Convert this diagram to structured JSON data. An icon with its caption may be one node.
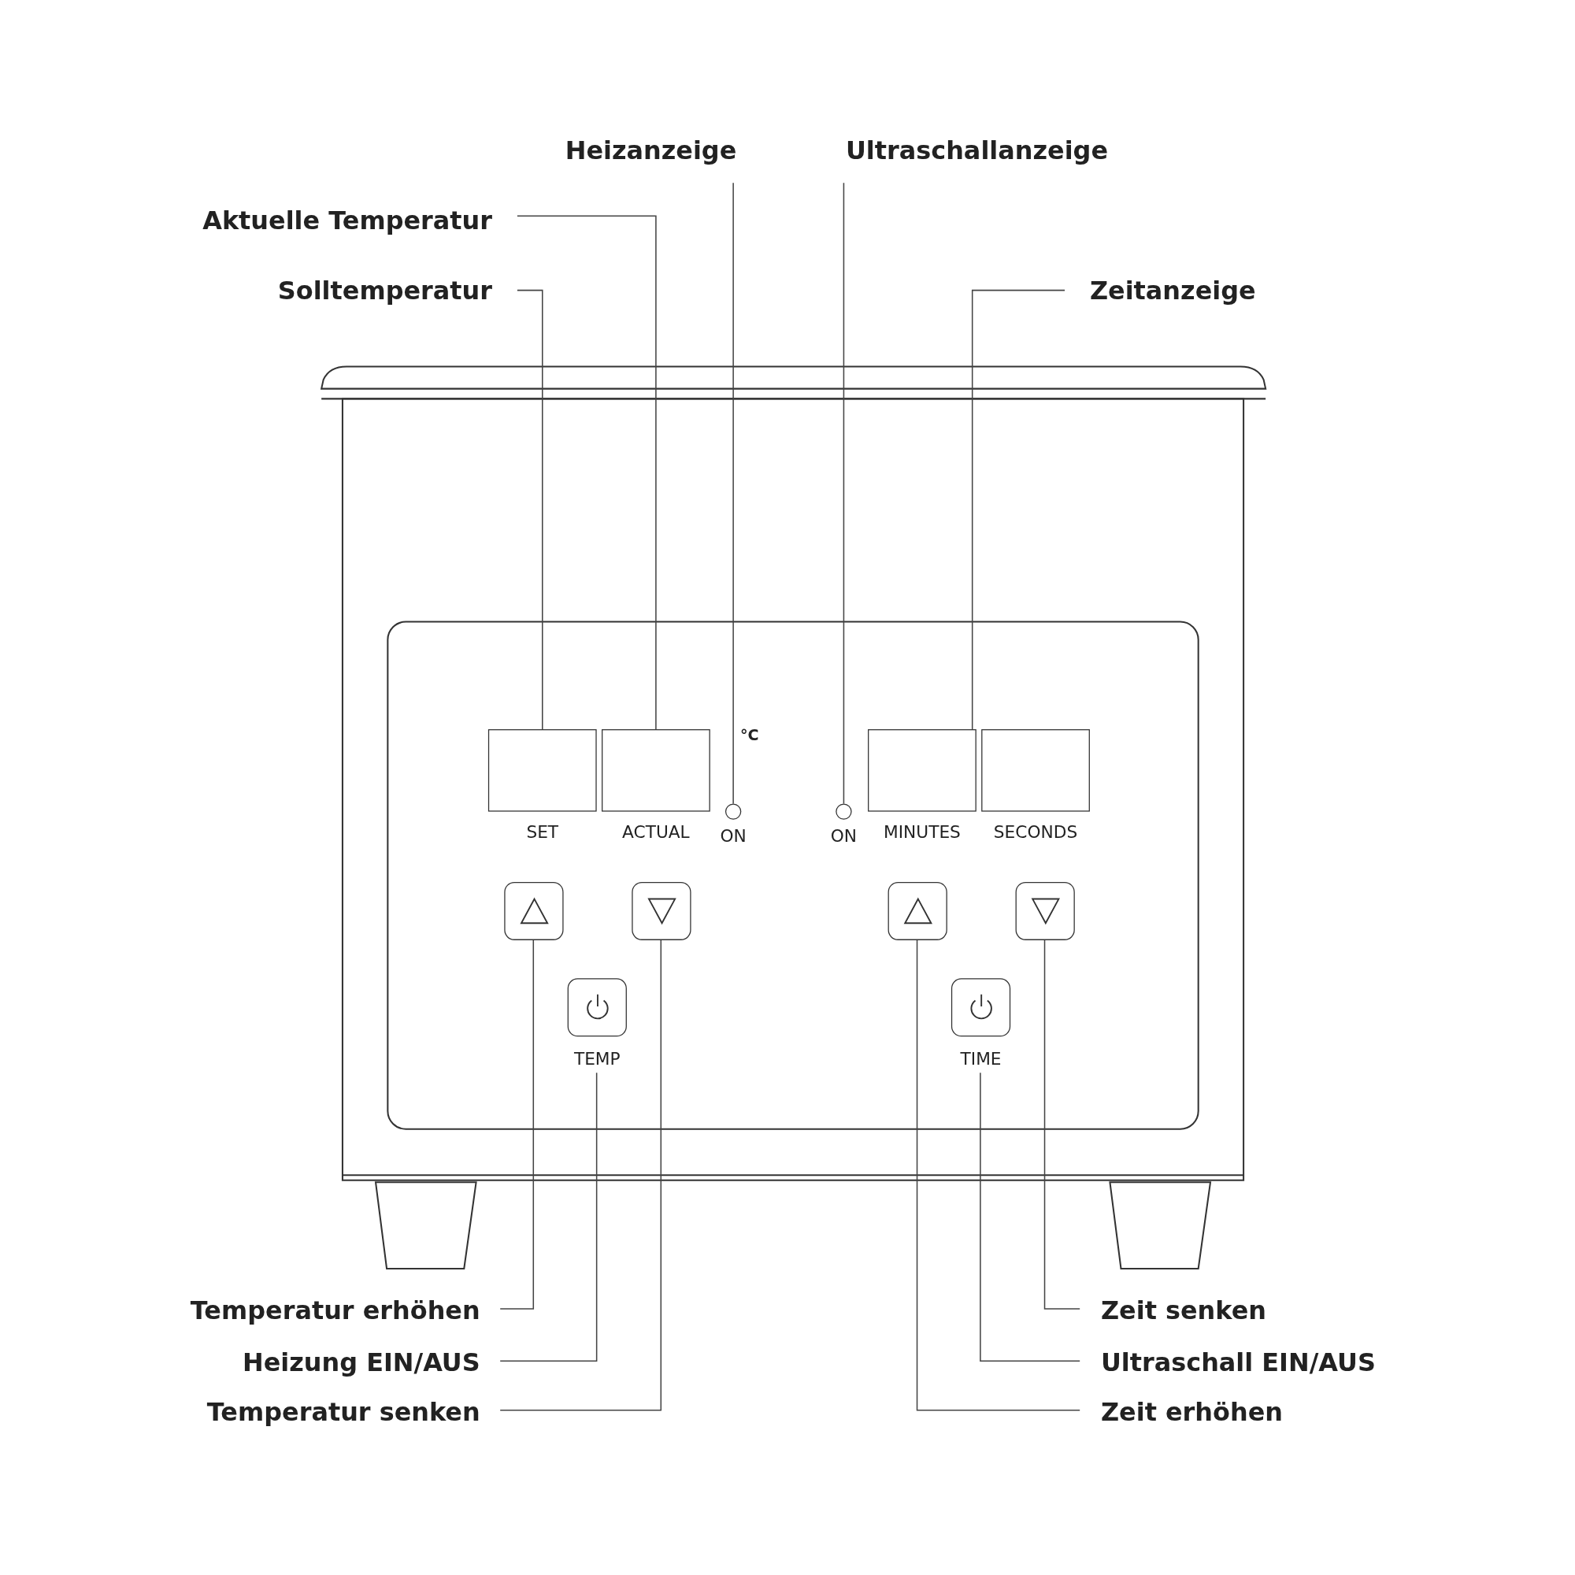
{
  "diagram": {
    "nodes": [
      {
        "text": [
          "Heizanzeige"
        ]
      },
      {
        "text": [
          "Ultraschallanzeige"
        ]
      },
      {
        "text": [
          "Aktuelle Temperatur"
        ]
      },
      {
        "text": [
          "Solltemperatur"
        ]
      },
      {
        "text": [
          "Zeitanzeige"
        ]
      },
      {
        "text": [],
        "shape": "box",
        "beside": [
          "SET"
        ]
      },
      {
        "text": [],
        "shape": "box",
        "beside": [
          "ACTUAL"
        ]
      },
      {
        "text": [],
        "shape": "circle",
        "beside": [
          "ON"
        ]
      },
      {
        "text": [],
        "shape": "circle",
        "beside": [
          "ON"
        ]
      },
      {
        "text": [],
        "shape": "box",
        "beside": [
          "MINUTES"
        ]
      },
      {
        "text": [],
        "shape": "box",
        "beside": [
          "SECONDS"
        ]
      },
      {
        "text": [],
        "shape": "box"
      },
      {
        "text": [],
        "shape": "box"
      },
      {
        "text": [],
        "shape": "box"
      },
      {
        "text": [],
        "shape": "box"
      },
      {
        "text": [],
        "shape": "box",
        "beside": [
          "TEMP"
        ]
      },
      {
        "text": [],
        "shape": "box",
        "beside": [
          "TIME"
        ]
      },
      {
        "text": [
          "Temperatur erhöhen"
        ]
      },
      {
        "text": [
          "Heizung EIN/AUS"
        ]
      },
      {
        "text": [
          "Temperatur senken"
        ]
      },
      {
        "text": [
          "Zeit senken"
        ]
      },
      {
        "text": [
          "Ultraschall EIN/AUS"
        ]
      },
      {
        "text": [
          "Zeit erhöhen"
        ]
      }
    ],
    "edges": [
      {
        "from": 0,
        "to": 7,
        "arrow": "none"
      },
      {
        "from": 1,
        "to": 8,
        "arrow": "none"
      },
      {
        "from": 2,
        "to": 6,
        "arrow": "none"
      },
      {
        "from": 3,
        "to": 5,
        "arrow": "none"
      },
      {
        "from": 4,
        "to": 9,
        "arrow": "none"
      },
      {
        "from": 17,
        "to": 11,
        "arrow": "none"
      },
      {
        "from": 18,
        "to": 15,
        "arrow": "none"
      },
      {
        "from": 19,
        "to": 12,
        "arrow": "none"
      },
      {
        "from": 20,
        "to": 14,
        "arrow": "none"
      },
      {
        "from": 21,
        "to": 16,
        "arrow": "none"
      },
      {
        "from": 22,
        "to": 13,
        "arrow": "none"
      }
    ],
    "labels": [
      "°C"
    ]
  }
}
